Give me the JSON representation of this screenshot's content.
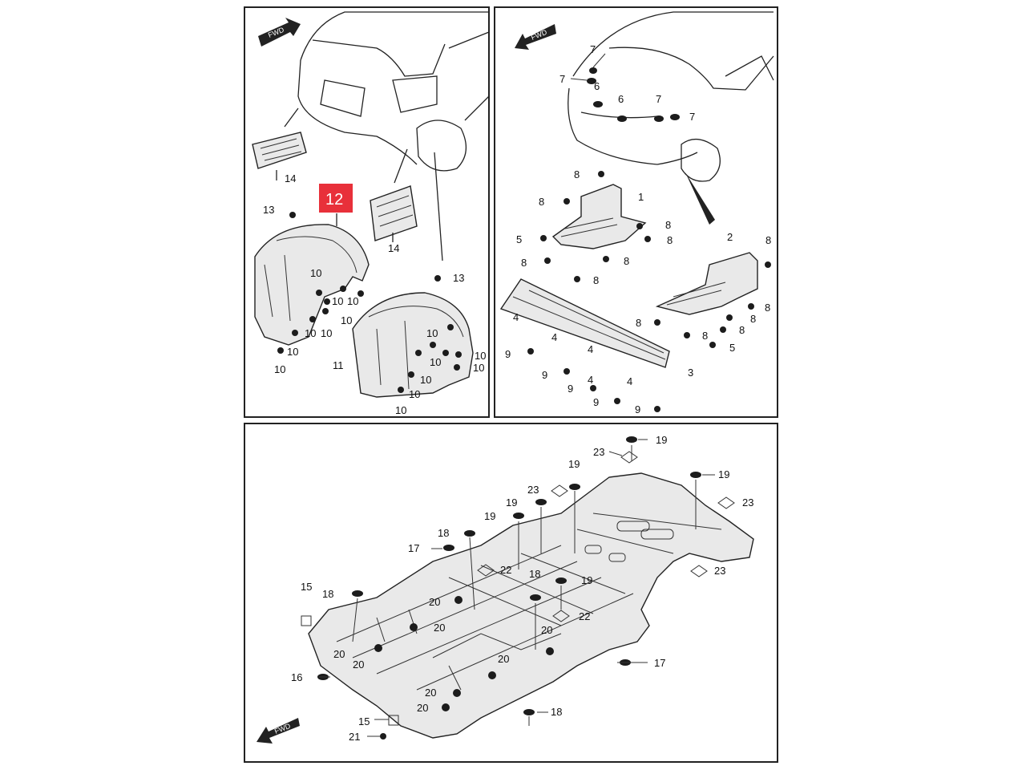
{
  "diagram": {
    "arrow_label": "FWD",
    "highlighted_part": "12",
    "panel_top_left": {
      "labels": [
        "14",
        "14",
        "13",
        "13",
        "11",
        "10",
        "10",
        "10",
        "10",
        "10",
        "10",
        "10",
        "10",
        "10",
        "10",
        "10",
        "10",
        "10",
        "10",
        "10"
      ]
    },
    "panel_top_right": {
      "labels": [
        "7",
        "7",
        "6",
        "6",
        "7",
        "7",
        "8",
        "1",
        "8",
        "8",
        "5",
        "8",
        "8",
        "8",
        "8",
        "2",
        "8",
        "4",
        "8",
        "8",
        "8",
        "8",
        "8",
        "5",
        "4",
        "4",
        "9",
        "4",
        "9",
        "3",
        "9",
        "4",
        "9",
        "9"
      ]
    },
    "panel_bottom": {
      "labels": [
        "19",
        "23",
        "19",
        "19",
        "23",
        "23",
        "19",
        "19",
        "18",
        "17",
        "22",
        "18",
        "19",
        "15",
        "18",
        "20",
        "20",
        "20",
        "22",
        "20",
        "20",
        "17",
        "20",
        "16",
        "20",
        "20",
        "18",
        "15",
        "21",
        "23"
      ]
    }
  }
}
